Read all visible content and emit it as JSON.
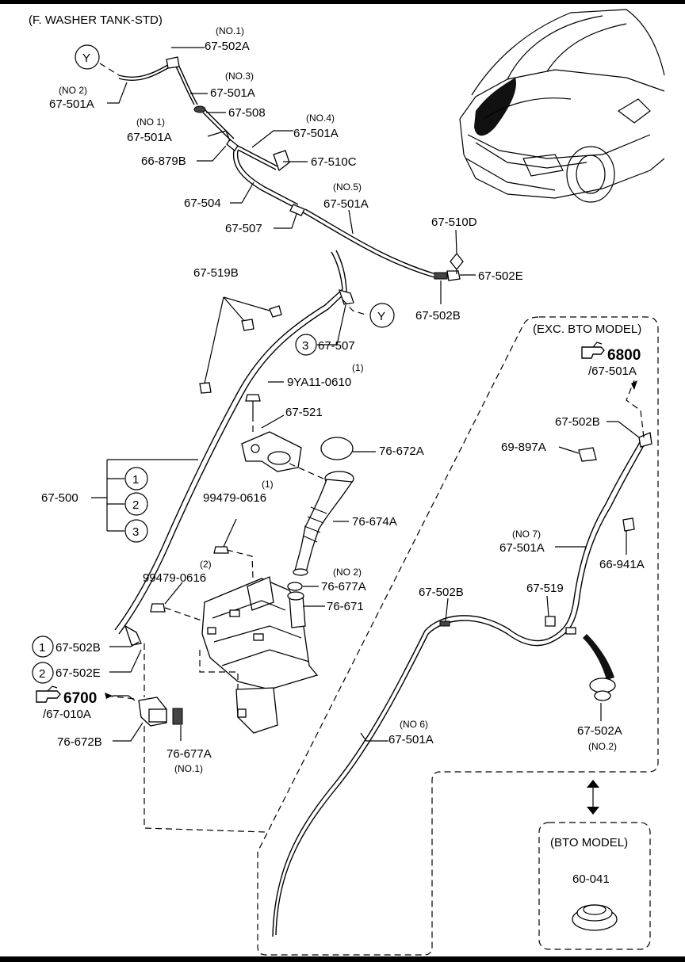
{
  "header": {
    "title": "(F. WASHER TANK-STD)"
  },
  "callouts": {
    "y1": "Y",
    "y2": "Y",
    "n1": "1",
    "n2": "2",
    "n3": "3",
    "n1b": "1",
    "n2b": "2",
    "n3b": "3"
  },
  "labels": {
    "no1_a": "(NO.1)",
    "p67_502A_top": "67-502A",
    "no2_a": "(NO 2)",
    "p67_501A_no2": "67-501A",
    "no3": "(NO.3)",
    "p67_501A_no3": "67-501A",
    "p67_508": "67-508",
    "no1_b": "(NO 1)",
    "p67_501A_no1": "67-501A",
    "no4": "(NO.4)",
    "p67_501A_no4": "67-501A",
    "p66_879B": "66-879B",
    "p67_510C": "67-510C",
    "p67_504": "67-504",
    "no5": "(NO.5)",
    "p67_501A_no5": "67-501A",
    "p67_507": "67-507",
    "p67_510D": "67-510D",
    "p67_502E": "67-502E",
    "p67_502B_top": "67-502B",
    "p67_519B": "67-519B",
    "p67_507_3": "67-507",
    "qty1_a": "(1)",
    "p9YA11": "9YA11-0610",
    "p67_521": "67-521",
    "p76_672A": "76-672A",
    "p67_500": "67-500",
    "qty1_b": "(1)",
    "p99479_1": "99479-0616",
    "p76_674A": "76-674A",
    "qty2_a": "(2)",
    "p99479_2": "99479-0616",
    "no2_b": "(NO 2)",
    "p76_677A_no2": "76-677A",
    "p76_671": "76-671",
    "p67_502B_1": "67-502B",
    "p67_502E_2": "67-502E",
    "p6700": "6700",
    "p67_010A": "/67-010A",
    "p76_672B": "76-672B",
    "p76_677A_no1": "76-677A",
    "no1_c": "(NO.1)",
    "exc_bto": "(EXC. BTO MODEL)",
    "p6800": "6800",
    "p67_501A_ref": "/67-501A",
    "p67_502B_r": "67-502B",
    "p69_897A": "69-897A",
    "no7": "(NO 7)",
    "p67_501A_no7": "67-501A",
    "p66_941A": "66-941A",
    "p67_502B_m": "67-502B",
    "p67_519": "67-519",
    "no6": "(NO 6)",
    "p67_501A_no6": "67-501A",
    "p67_502A_r": "67-502A",
    "no2_c": "(NO.2)",
    "bto": "(BTO MODEL)",
    "p60_041": "60-041"
  }
}
